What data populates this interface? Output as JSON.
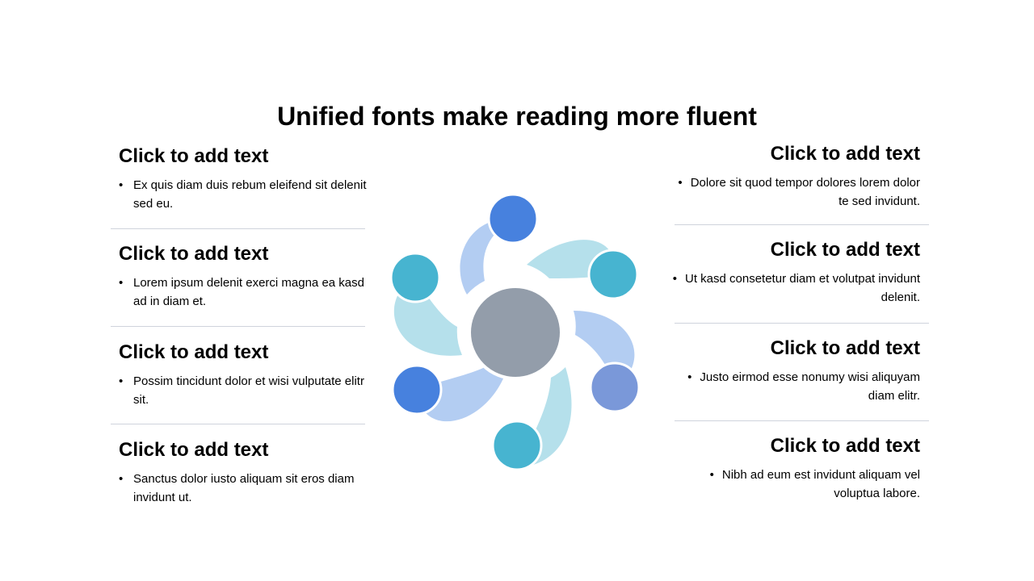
{
  "title": "Unified fonts make reading more fluent",
  "left_items": [
    {
      "heading": "Click to add text",
      "bullet": "Ex quis diam duis rebum eleifend sit delenit sed eu."
    },
    {
      "heading": "Click to add text",
      "bullet": "Lorem ipsum delenit exerci magna ea kasd ad in diam et."
    },
    {
      "heading": "Click to add text",
      "bullet": "Possim tincidunt dolor et wisi vulputate elitr sit."
    },
    {
      "heading": "Click to add text",
      "bullet": "Sanctus dolor iusto aliquam sit eros diam invidunt ut."
    }
  ],
  "right_items": [
    {
      "heading": "Click to add text",
      "bullet": "Dolore sit quod tempor dolores lorem dolor te sed invidunt."
    },
    {
      "heading": "Click to add text",
      "bullet": "Ut kasd consetetur diam et volutpat invidunt delenit."
    },
    {
      "heading": "Click to add text",
      "bullet": "Justo eirmod esse nonumy wisi aliquyam diam elitr."
    },
    {
      "heading": "Click to add text",
      "bullet": "Nibh ad eum est invidunt aliquam vel voluptua labore."
    }
  ],
  "bullet_glyph": "•",
  "colors": {
    "divider": "#cfd3dc",
    "center_circle": "#939daa",
    "petal_light_blue": "#b3cdf2",
    "petal_light_cyan": "#b5e0eb",
    "dot_blue": "#4781de",
    "dot_cyan": "#47b4d0",
    "dot_periwinkle": "#7a98d9"
  }
}
